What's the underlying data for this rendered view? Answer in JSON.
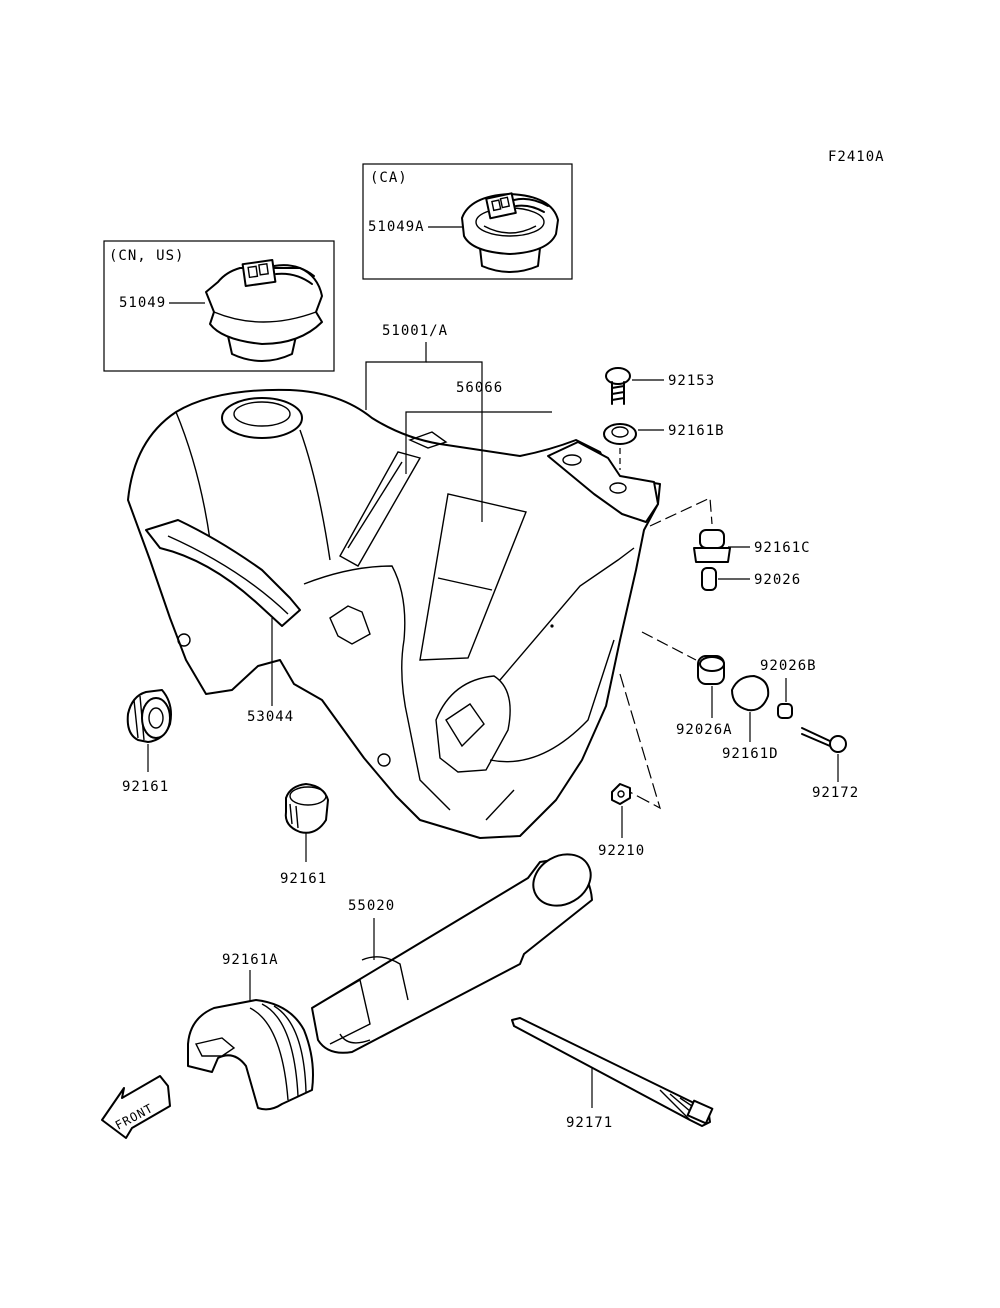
{
  "figure_code": "F2410A",
  "inset_ca": {
    "region": "(CA)",
    "part": "51049A"
  },
  "inset_cn_us": {
    "region": "(CN, US)",
    "part": "51049"
  },
  "labels": {
    "tank": "51001/A",
    "decal": "56066",
    "strip": "53044",
    "bolt": "92153",
    "damper_b": "92161B",
    "damper_c": "92161C",
    "collar": "92026",
    "collar_a": "92026A",
    "collar_b": "92026B",
    "damper_d": "92161D",
    "bolt2": "92172",
    "nut": "92210",
    "damper_left": "92161",
    "damper_bottom": "92161",
    "pipe": "55020",
    "damper_a": "92161A",
    "band": "92171"
  },
  "front_label": "FRONT"
}
